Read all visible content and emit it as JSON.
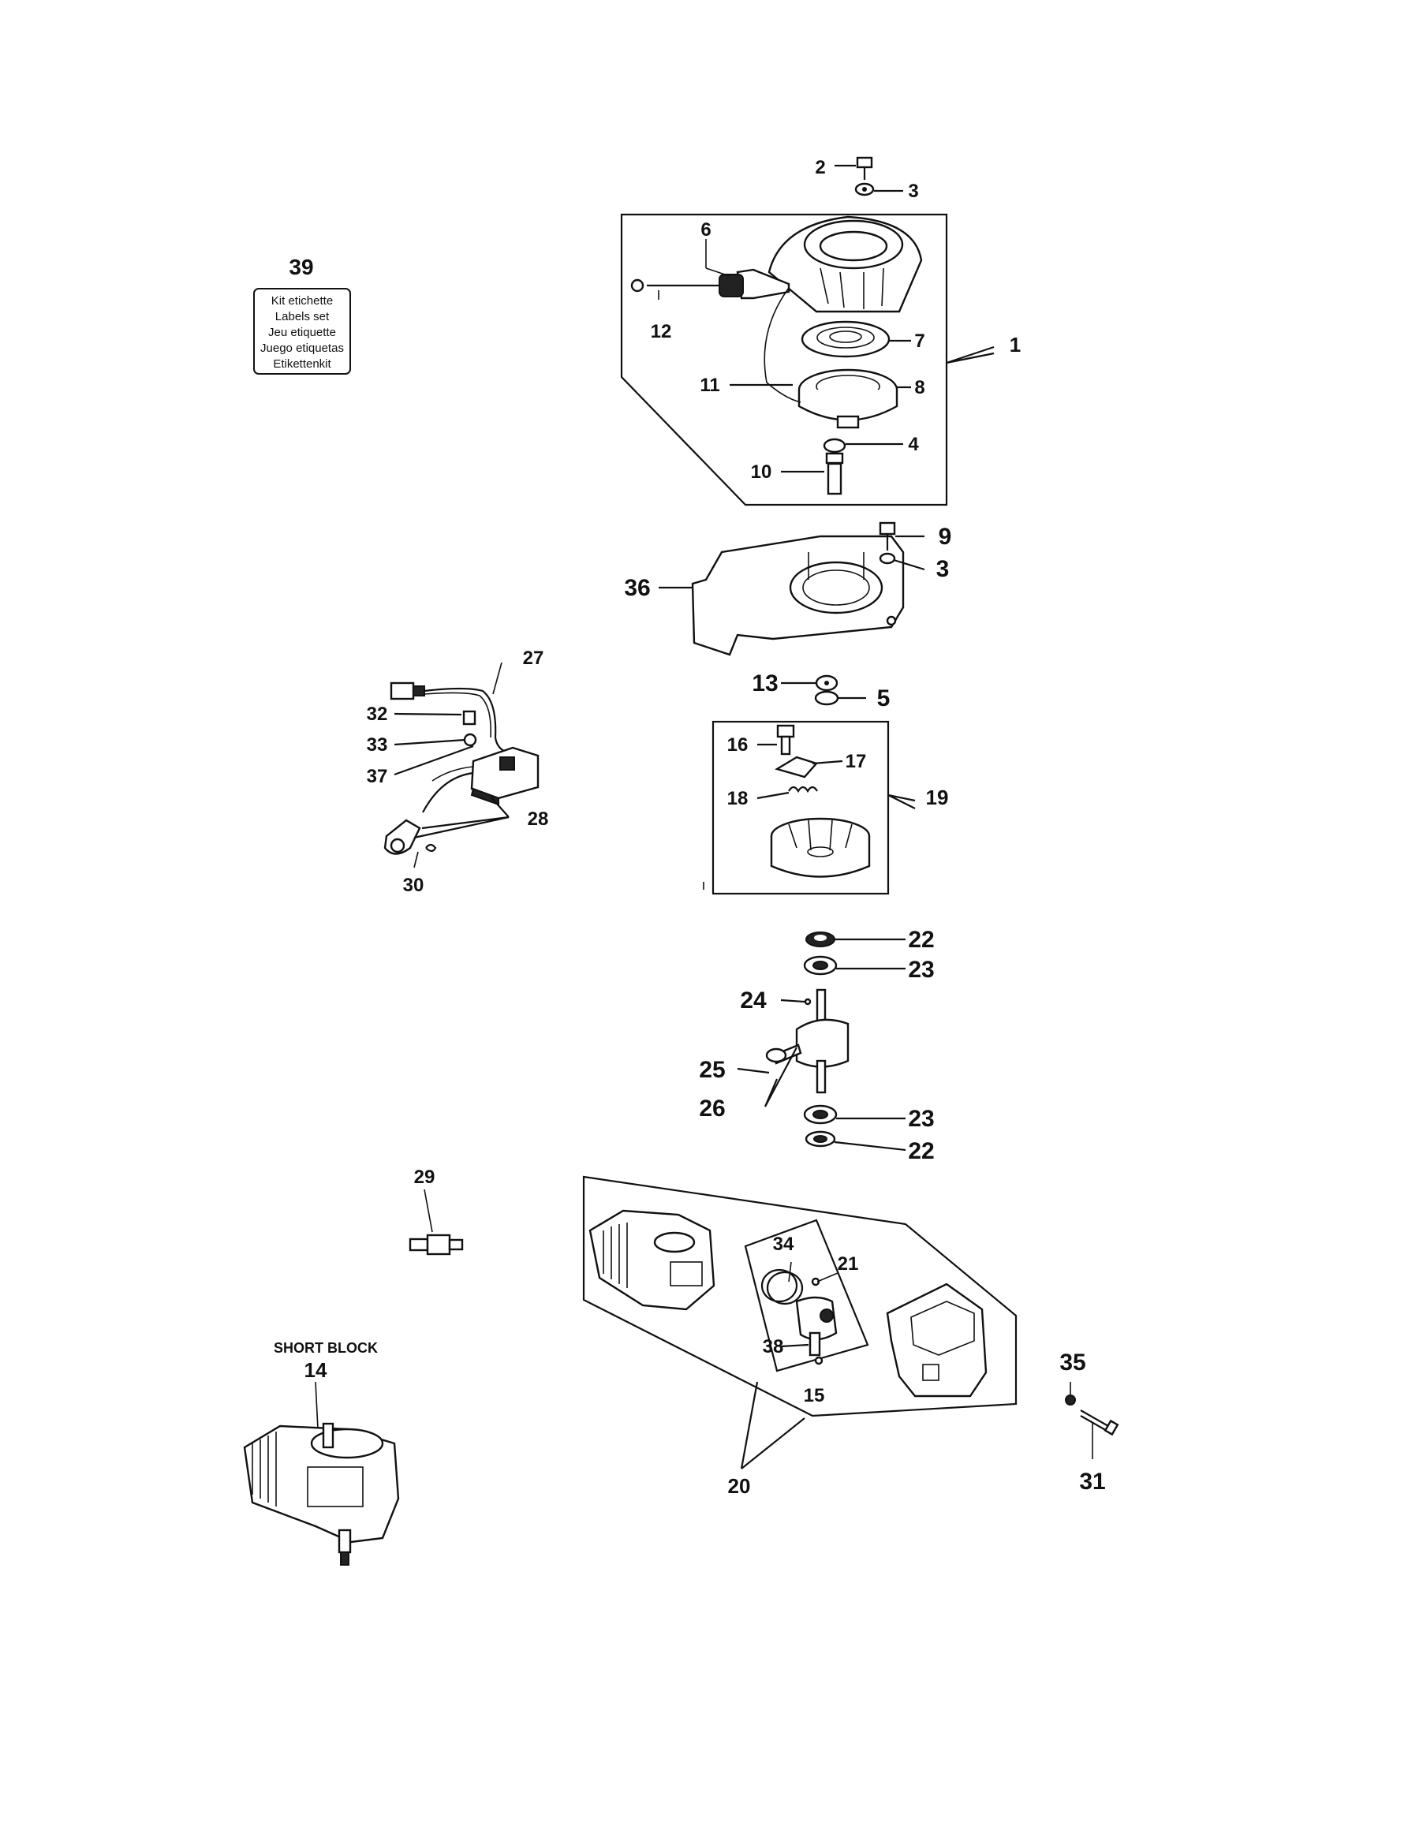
{
  "labels_kit": {
    "number": "39",
    "lines": [
      "Kit etichette",
      "Labels set",
      "Jeu etiquette",
      "Juego etiquetas",
      "Etikettenkit"
    ]
  },
  "short_block": {
    "title": "SHORT BLOCK",
    "number": "14"
  },
  "callouts": {
    "c1": "1",
    "c2": "2",
    "c3a": "3",
    "c3b": "3",
    "c4": "4",
    "c5": "5",
    "c6": "6",
    "c7": "7",
    "c8": "8",
    "c9": "9",
    "c10": "10",
    "c11": "11",
    "c12": "12",
    "c13": "13",
    "c15": "15",
    "c16": "16",
    "c17": "17",
    "c18": "18",
    "c19": "19",
    "c20": "20",
    "c21": "21",
    "c22a": "22",
    "c22b": "22",
    "c23a": "23",
    "c23b": "23",
    "c24": "24",
    "c25": "25",
    "c26": "26",
    "c27": "27",
    "c28": "28",
    "c29": "29",
    "c30": "30",
    "c31": "31",
    "c32": "32",
    "c33": "33",
    "c34": "34",
    "c35": "35",
    "c36": "36",
    "c37": "37",
    "c38": "38"
  }
}
